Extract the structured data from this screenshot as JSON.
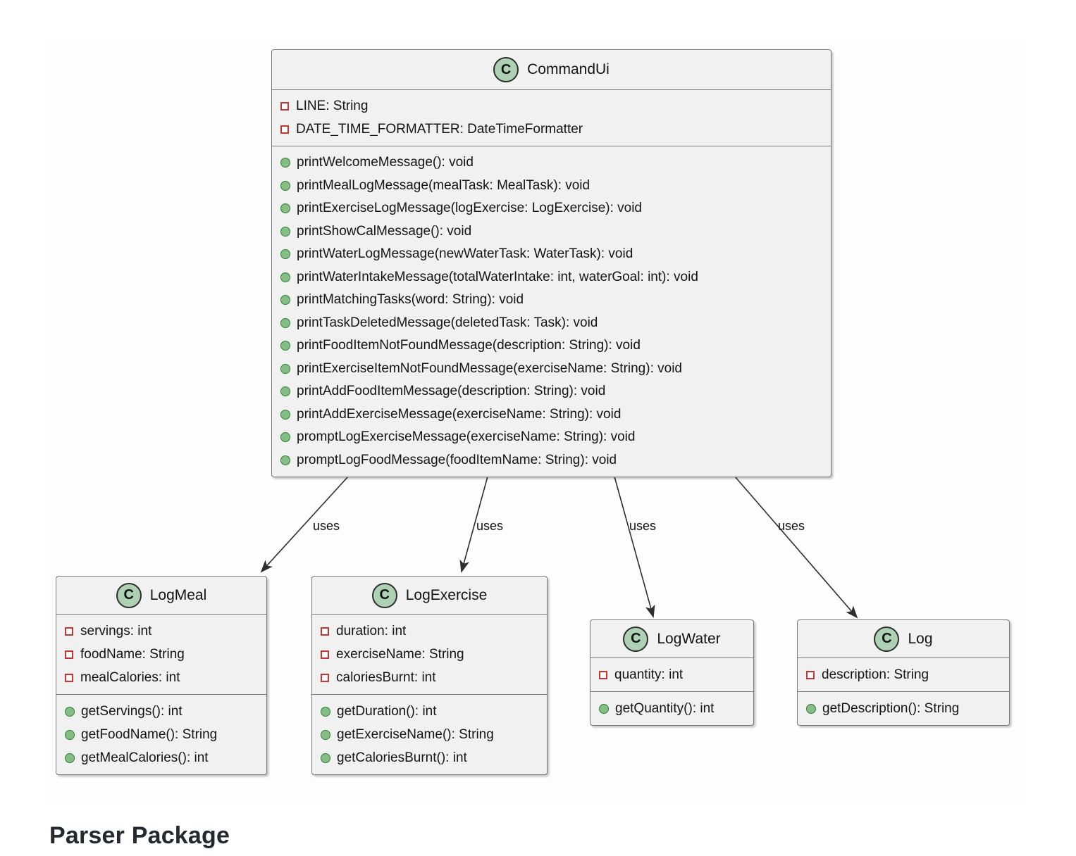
{
  "heading": {
    "text": "Parser Package"
  },
  "badge": {
    "letter": "C"
  },
  "classes": [
    {
      "name": "CommandUi",
      "fields": [
        "LINE: String",
        "DATE_TIME_FORMATTER: DateTimeFormatter"
      ],
      "methods": [
        "printWelcomeMessage(): void",
        "printMealLogMessage(mealTask: MealTask): void",
        "printExerciseLogMessage(logExercise: LogExercise): void",
        "printShowCalMessage(): void",
        "printWaterLogMessage(newWaterTask: WaterTask): void",
        "printWaterIntakeMessage(totalWaterIntake: int, waterGoal: int): void",
        "printMatchingTasks(word: String): void",
        "printTaskDeletedMessage(deletedTask: Task): void",
        "printFoodItemNotFoundMessage(description: String): void",
        "printExerciseItemNotFoundMessage(exerciseName: String): void",
        "printAddFoodItemMessage(description: String): void",
        "printAddExerciseMessage(exerciseName: String): void",
        "promptLogExerciseMessage(exerciseName: String): void",
        "promptLogFoodMessage(foodItemName: String): void"
      ]
    },
    {
      "name": "LogMeal",
      "fields": [
        "servings: int",
        "foodName: String",
        "mealCalories: int"
      ],
      "methods": [
        "getServings(): int",
        "getFoodName(): String",
        "getMealCalories(): int"
      ]
    },
    {
      "name": "LogExercise",
      "fields": [
        "duration: int",
        "exerciseName: String",
        "caloriesBurnt: int"
      ],
      "methods": [
        "getDuration(): int",
        "getExerciseName(): String",
        "getCaloriesBurnt(): int"
      ]
    },
    {
      "name": "LogWater",
      "fields": [
        "quantity: int"
      ],
      "methods": [
        "getQuantity(): int"
      ]
    },
    {
      "name": "Log",
      "fields": [
        "description: String"
      ],
      "methods": [
        "getDescription(): String"
      ]
    }
  ],
  "edges": [
    {
      "from": "CommandUi",
      "to": "LogMeal",
      "label": "uses"
    },
    {
      "from": "CommandUi",
      "to": "LogExercise",
      "label": "uses"
    },
    {
      "from": "CommandUi",
      "to": "LogWater",
      "label": "uses"
    },
    {
      "from": "CommandUi",
      "to": "Log",
      "label": "uses"
    }
  ],
  "colors": {
    "class_fill": "#f1f1f1",
    "class_border": "#7a7a7a",
    "badge_fill": "#add1b2",
    "badge_border": "#2d2d2d",
    "field_icon_border": "#c13832",
    "method_icon_fill": "#84be84",
    "method_icon_border": "#327f36",
    "arrow": "#2e2e2e",
    "heading_text": "#24292f"
  }
}
